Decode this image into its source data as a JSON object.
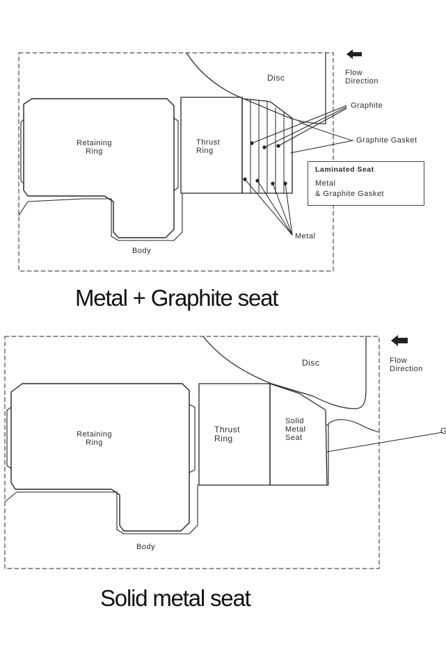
{
  "diagram_top": {
    "caption": "Metal + Graphite seat",
    "labels": {
      "disc": "Disc",
      "flow": "Flow\nDirection",
      "graphite": "Graphite",
      "graphite_gasket": "Graphite Gasket",
      "retaining_ring": "Retaining\nRing",
      "thrust_ring": "Thrust\nRing",
      "body": "Body",
      "metal": "Metal"
    },
    "legend": {
      "title": "Laminated Seat",
      "line1": "Metal",
      "line2": "& Graphite Gasket"
    }
  },
  "diagram_bottom": {
    "caption": "Solid metal seat",
    "labels": {
      "disc": "Disc",
      "flow": "Flow\nDirection",
      "retaining_ring": "Retaining\nRing",
      "thrust_ring": "Thrust\nRing",
      "seat": "Solid\nMetal\nSeat",
      "body": "Body",
      "cut_letter": "G"
    }
  }
}
